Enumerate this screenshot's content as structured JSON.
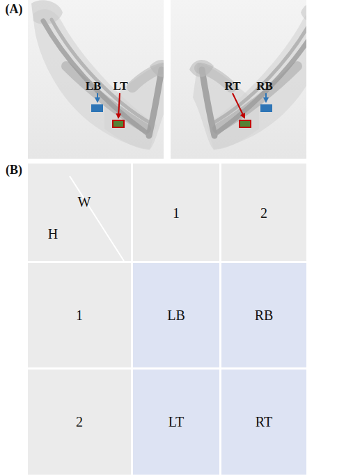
{
  "diagram": {
    "labels": [
      "(A)",
      "LB",
      "LT",
      "RT",
      "RB",
      "(B)",
      "W",
      "H",
      "1",
      "2",
      "1",
      "2",
      "LB",
      "RB",
      "LT",
      "RT"
    ]
  }
}
